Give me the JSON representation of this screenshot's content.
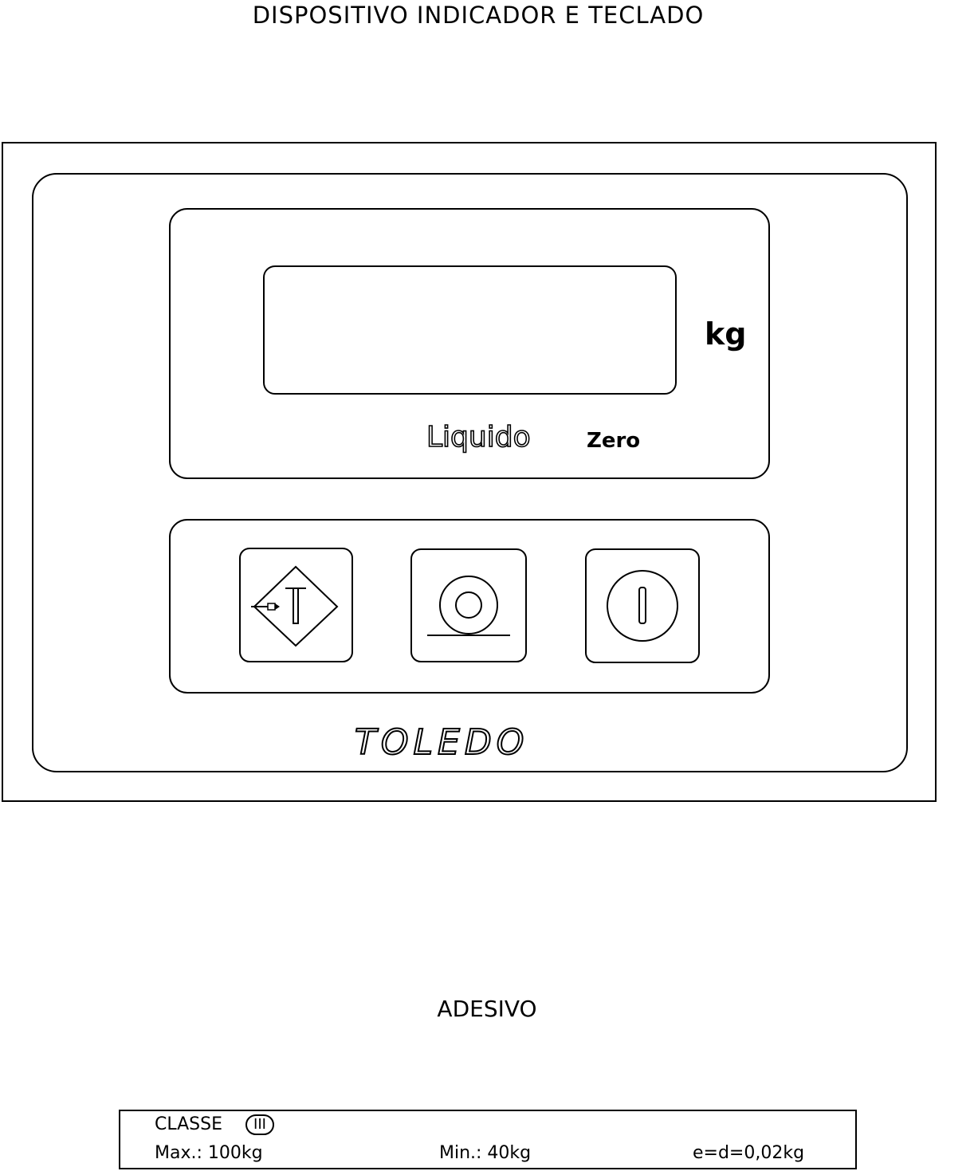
{
  "header": {
    "title": "DISPOSITIVO INDICADOR E TECLADO"
  },
  "display": {
    "unit": "kg",
    "status_net": "Liquido",
    "status_zero": "Zero"
  },
  "keys": [
    {
      "name": "tare",
      "icon": "tare-icon",
      "glyph": "T"
    },
    {
      "name": "zero",
      "icon": "zero-icon"
    },
    {
      "name": "power",
      "icon": "power-icon"
    }
  ],
  "brand": {
    "logo": "TOLEDO"
  },
  "sticker": {
    "title": "ADESIVO",
    "class_label": "CLASSE",
    "class_symbol": "III",
    "max": "Max.: 100kg",
    "min": "Min.: 40kg",
    "division": "e=d=0,02kg"
  }
}
